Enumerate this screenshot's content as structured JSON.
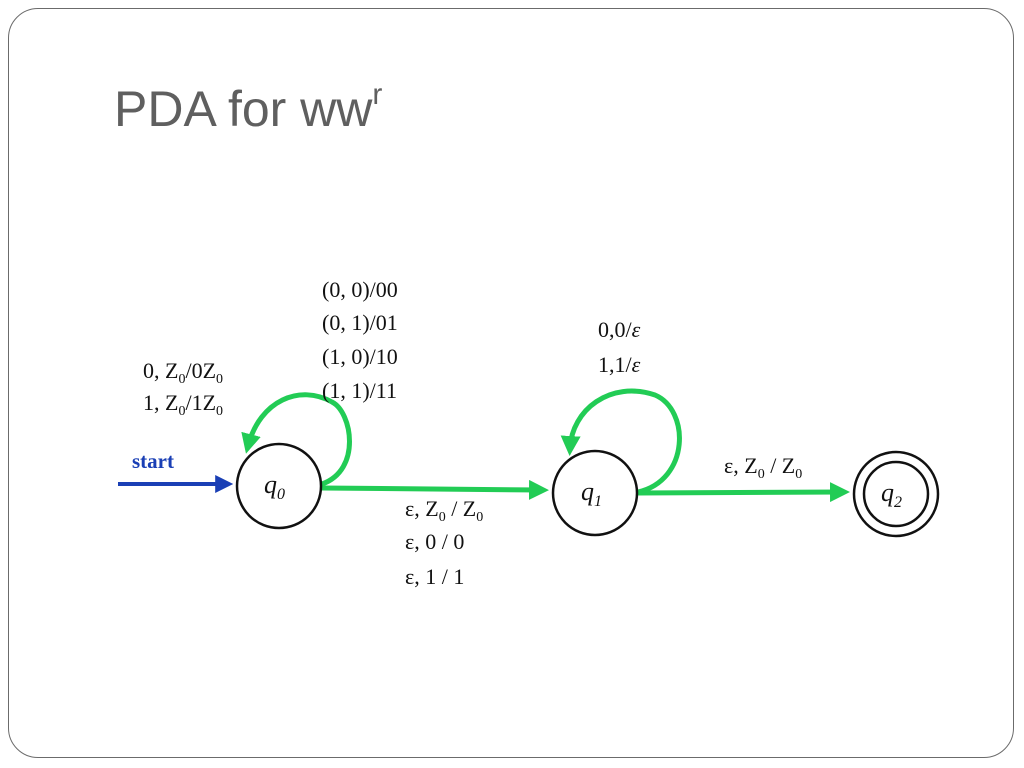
{
  "slide": {
    "title": "PDA for ww",
    "title_sup": "r"
  },
  "colors": {
    "transition": "#22cc55",
    "start_arrow": "#1a3fb5",
    "title": "#5f5f5f"
  },
  "start_label": "start",
  "states": {
    "q0": {
      "name": "q",
      "sub": "0",
      "accepting": false
    },
    "q1": {
      "name": "q",
      "sub": "1",
      "accepting": false
    },
    "q2": {
      "name": "q",
      "sub": "2",
      "accepting": true
    }
  },
  "transitions": {
    "q0_self_left": {
      "line1": {
        "a": "0, Z",
        "a_sub": "0",
        "b": "/0Z",
        "b_sub": "0"
      },
      "line2": {
        "a": "1, Z",
        "a_sub": "0",
        "b": "/1Z",
        "b_sub": "0"
      }
    },
    "q0_self_top": [
      "(0, 0)/00",
      "(0, 1)/01",
      "(1, 0)/10",
      "(1, 1)/11"
    ],
    "q0_to_q1": {
      "line1": {
        "a": "ε, Z",
        "a_sub": "0",
        "b": " / Z",
        "b_sub": "0"
      },
      "line2": "ε, 0 / 0",
      "line3": "ε, 1 / 1"
    },
    "q1_self": {
      "line1": {
        "a": "0,0/",
        "b": "ε"
      },
      "line2": {
        "a": "1,1/",
        "b": "ε"
      }
    },
    "q1_to_q2": {
      "a": "ε, Z",
      "a_sub": "0",
      "b": " / Z",
      "b_sub": "0"
    }
  }
}
